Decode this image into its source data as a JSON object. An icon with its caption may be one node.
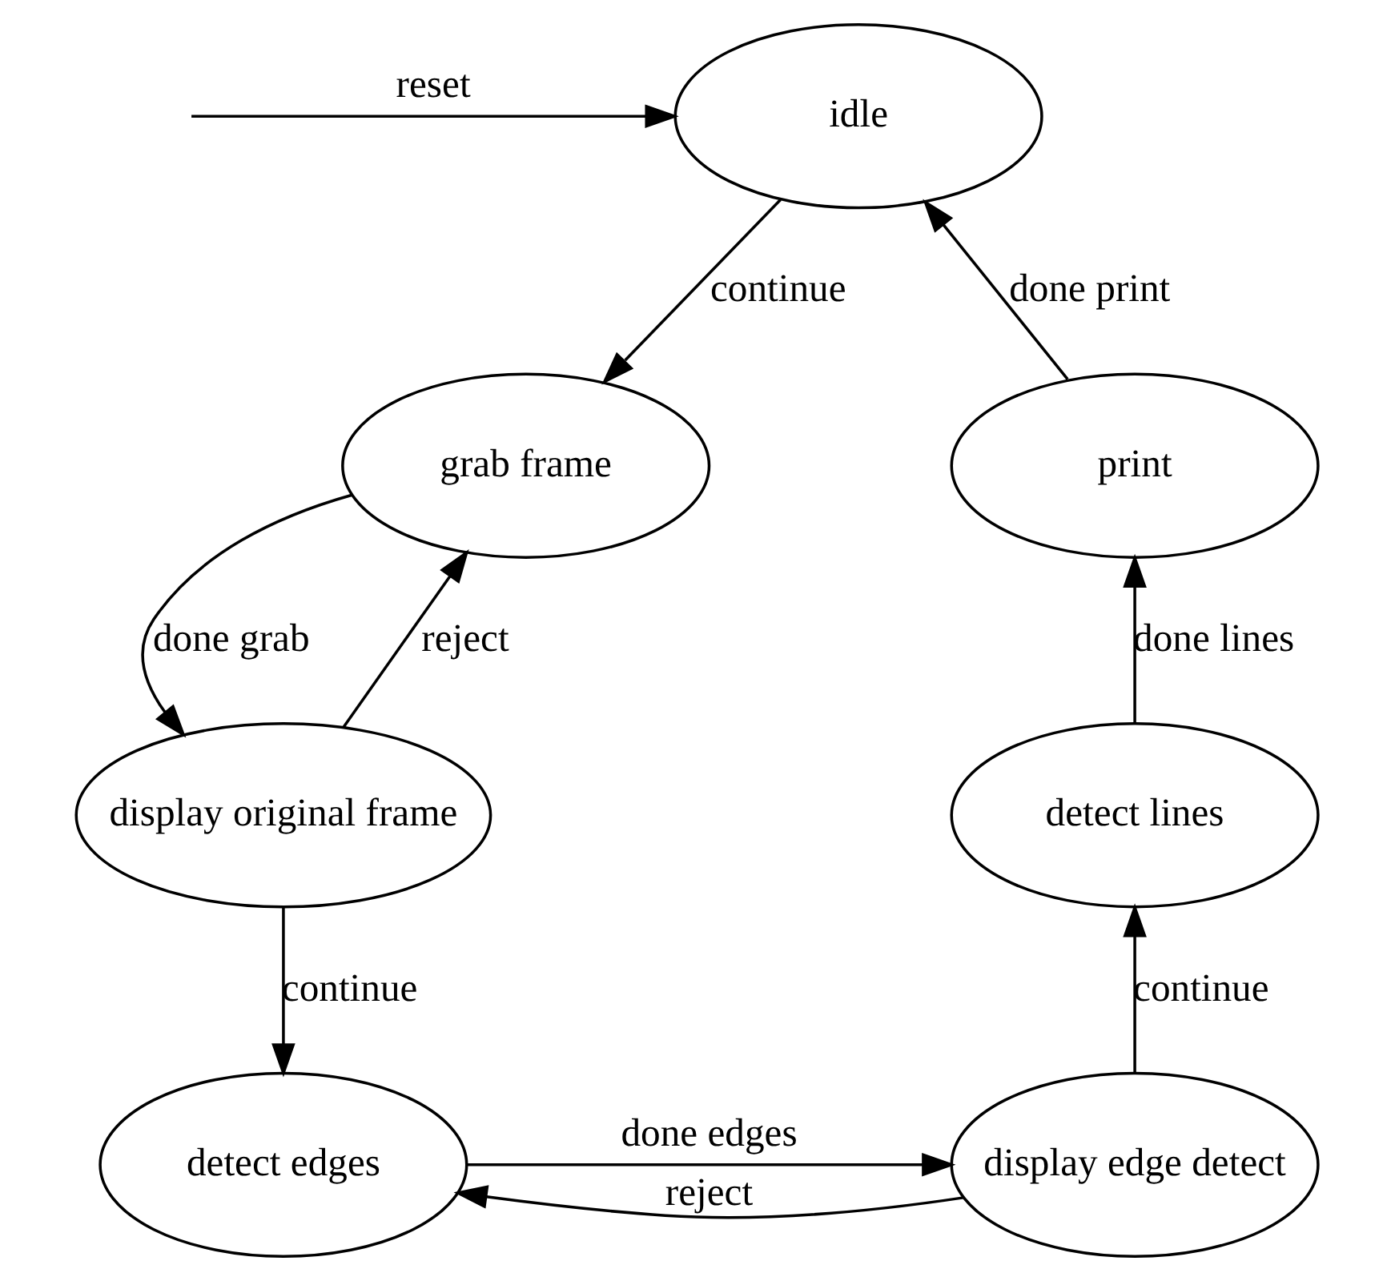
{
  "diagram": {
    "nodes": [
      {
        "text": [
          "idle"
        ]
      },
      {
        "text": [
          "grab frame"
        ]
      },
      {
        "text": [
          "display original frame"
        ]
      },
      {
        "text": [
          "detect edges"
        ]
      },
      {
        "text": [
          "display edge detect"
        ]
      },
      {
        "text": [
          "detect lines"
        ]
      },
      {
        "text": [
          "print"
        ]
      }
    ],
    "edges": [
      {
        "from": null,
        "to": 0,
        "arrow": "to",
        "label": "reset"
      },
      {
        "from": 0,
        "to": 1,
        "arrow": "to",
        "label": "continue"
      },
      {
        "from": 1,
        "to": 2,
        "arrow": "to",
        "label": "done grab"
      },
      {
        "from": 2,
        "to": 1,
        "arrow": "to",
        "label": "reject"
      },
      {
        "from": 2,
        "to": 3,
        "arrow": "to",
        "label": "continue"
      },
      {
        "from": 3,
        "to": 4,
        "arrow": "to",
        "label": "done edges"
      },
      {
        "from": 4,
        "to": 3,
        "arrow": "to",
        "label": "reject"
      },
      {
        "from": 4,
        "to": 5,
        "arrow": "to",
        "label": "continue"
      },
      {
        "from": 5,
        "to": 6,
        "arrow": "to",
        "label": "done lines"
      },
      {
        "from": 6,
        "to": 0,
        "arrow": "to",
        "label": "done print"
      }
    ]
  }
}
